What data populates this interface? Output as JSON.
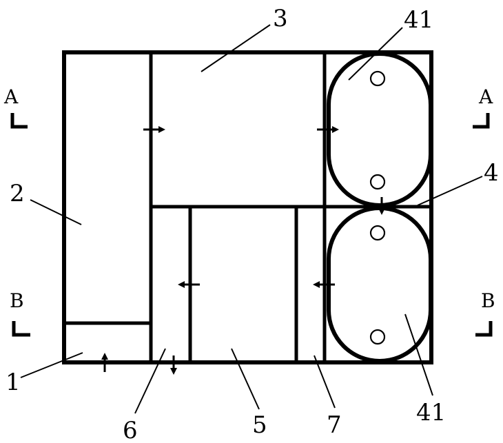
{
  "section_marks": {
    "a_left": "A",
    "a_right": "A",
    "b_left": "B",
    "b_right": "B"
  },
  "labels": {
    "l1": "1",
    "l2": "2",
    "l3": "3",
    "l4": "4",
    "l5": "5",
    "l6": "6",
    "l7": "7",
    "l41_top": "41",
    "l41_bottom": "41"
  }
}
